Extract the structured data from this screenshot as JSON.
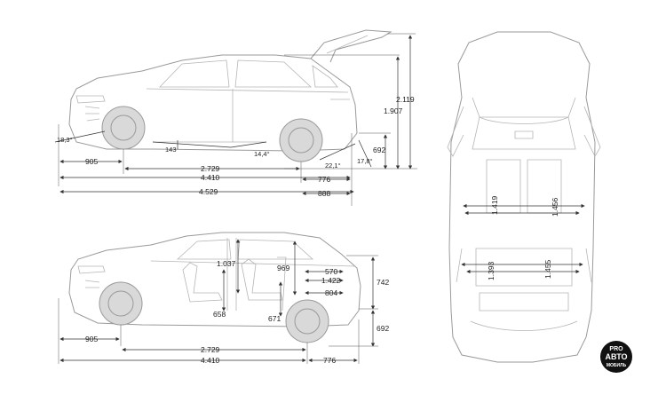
{
  "top_view": {
    "angles": {
      "approach": "18,3°",
      "breakover": "14,4°",
      "departure": "22,1°",
      "tailgate_angle": "17,8°"
    },
    "clearance": "143",
    "heights": {
      "open_tailgate": "2.119",
      "roof": "1.907",
      "bumper": "692"
    },
    "lengths": {
      "front_overhang": "905",
      "wheelbase": "2.729",
      "rear_overhang": "776",
      "body": "4.410",
      "to_bumper": "888",
      "total_open": "4.529"
    }
  },
  "bottom_view": {
    "interior": {
      "front_headroom": "1.037",
      "rear_headroom": "969",
      "cargo_length": "570",
      "cargo_height": "742",
      "cargo_floor": "1.422",
      "cargo_depth": "804",
      "front_seat_h": "658",
      "rear_seat_h": "671",
      "sill": "692"
    },
    "lengths": {
      "front_overhang": "905",
      "wheelbase": "2.729",
      "rear_overhang": "776",
      "body": "4.410"
    }
  },
  "plan_view": {
    "widths": {
      "front_shoulder": "1.419",
      "front_elbow": "1.456",
      "rear_shoulder": "1.393",
      "rear_elbow": "1.455"
    }
  },
  "logo": {
    "line1": "PRO",
    "line2": "АВТО",
    "line3": "МОБИЛЬ"
  }
}
